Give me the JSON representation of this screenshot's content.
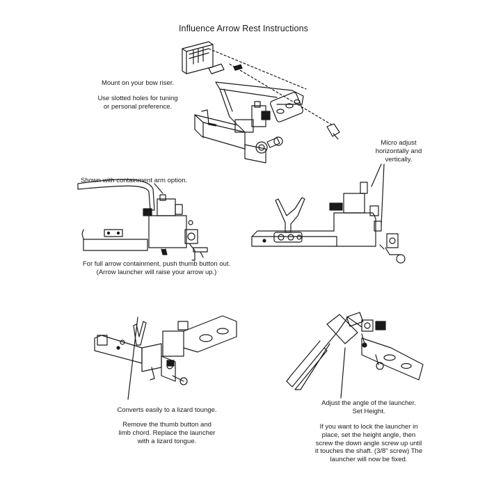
{
  "title": "Influence Arrow Rest Instructions",
  "captions": {
    "mount": {
      "line1": "Mount on your bow riser.",
      "line2": "Use slotted holes for tuning",
      "line3": "or personal preference."
    },
    "containment_option": "Shown with  containment arm option.",
    "micro_adjust": {
      "line1": "Micro adjust",
      "line2": "horizontally and",
      "line3": "vertically."
    },
    "full_containment": {
      "line1": "For full arrow containment, push thumb button out.",
      "line2": "(Arrow launcher will raise your arrow up.)"
    },
    "lizard": {
      "line1": "Converts easily to a lizard tounge.",
      "line2": "Remove the thumb button and",
      "line3": "limb chord. Replace the launcher",
      "line4": "with a lizard tongue."
    },
    "angle": {
      "line1": "Adjust the angle of the launcher.",
      "line2": "Set Height.",
      "line3": "If you want to lock the launcher in",
      "line4": "place, set the height angle, then",
      "line5": "screw the down angle screw up until",
      "line6": "it touches the shaft. (3/8\" screw) The",
      "line7": "launcher will now be fixed."
    }
  }
}
